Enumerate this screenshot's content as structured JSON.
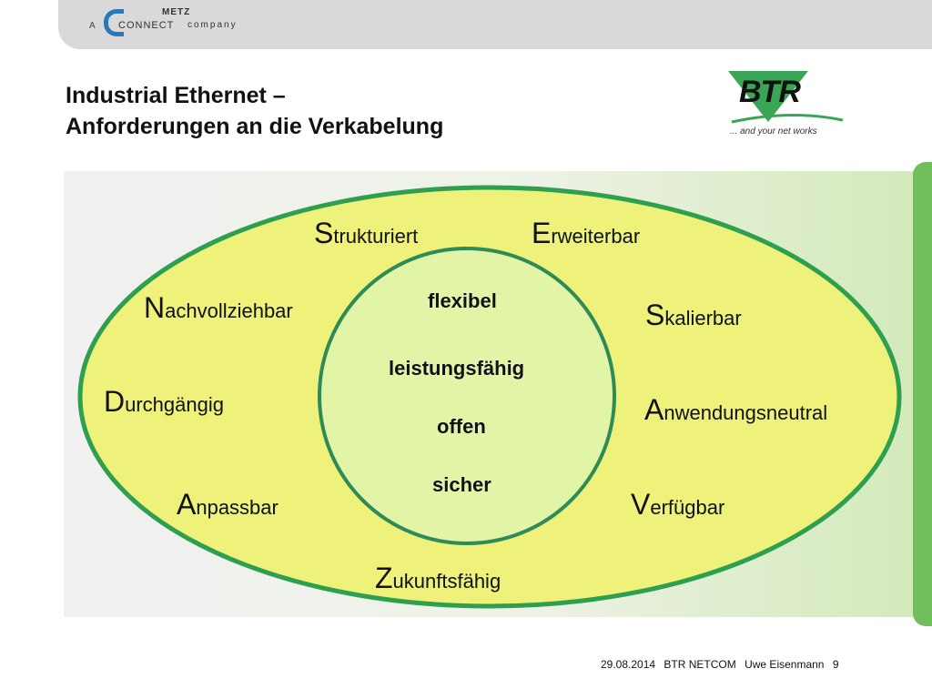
{
  "header": {
    "logo": {
      "a": "A",
      "metz": "METZ",
      "connect": "CONNECT",
      "company": "company"
    },
    "title_line1": "Industrial Ethernet –",
    "title_line2": "Anforderungen an die Verkabelung"
  },
  "btr_logo": {
    "word": "BTR",
    "tagline": "... and your net works"
  },
  "outer_items": [
    {
      "cap": "S",
      "rest": "trukturiert"
    },
    {
      "cap": "E",
      "rest": "rweiterbar"
    },
    {
      "cap": "N",
      "rest": "achvollziehbar"
    },
    {
      "cap": "S",
      "rest": "kalierbar"
    },
    {
      "cap": "D",
      "rest": "urchgängig"
    },
    {
      "cap": "A",
      "rest": "nwendungsneutral"
    },
    {
      "cap": "A",
      "rest": "npassbar"
    },
    {
      "cap": "V",
      "rest": "erfügbar"
    },
    {
      "cap": "Z",
      "rest": "ukunftsfähig"
    }
  ],
  "inner_items": [
    "flexibel",
    "leistungsfähig",
    "offen",
    "sicher"
  ],
  "colors": {
    "outer_fill": "#eef27a",
    "outer_stroke": "#2e9e4f",
    "inner_fill": "#e2f5a6",
    "inner_stroke": "#2e8b57",
    "btr_triangle": "#3aa655"
  },
  "footer": {
    "date": "29.08.2014",
    "org": "BTR NETCOM",
    "author": "Uwe Eisenmann",
    "page": "9"
  }
}
